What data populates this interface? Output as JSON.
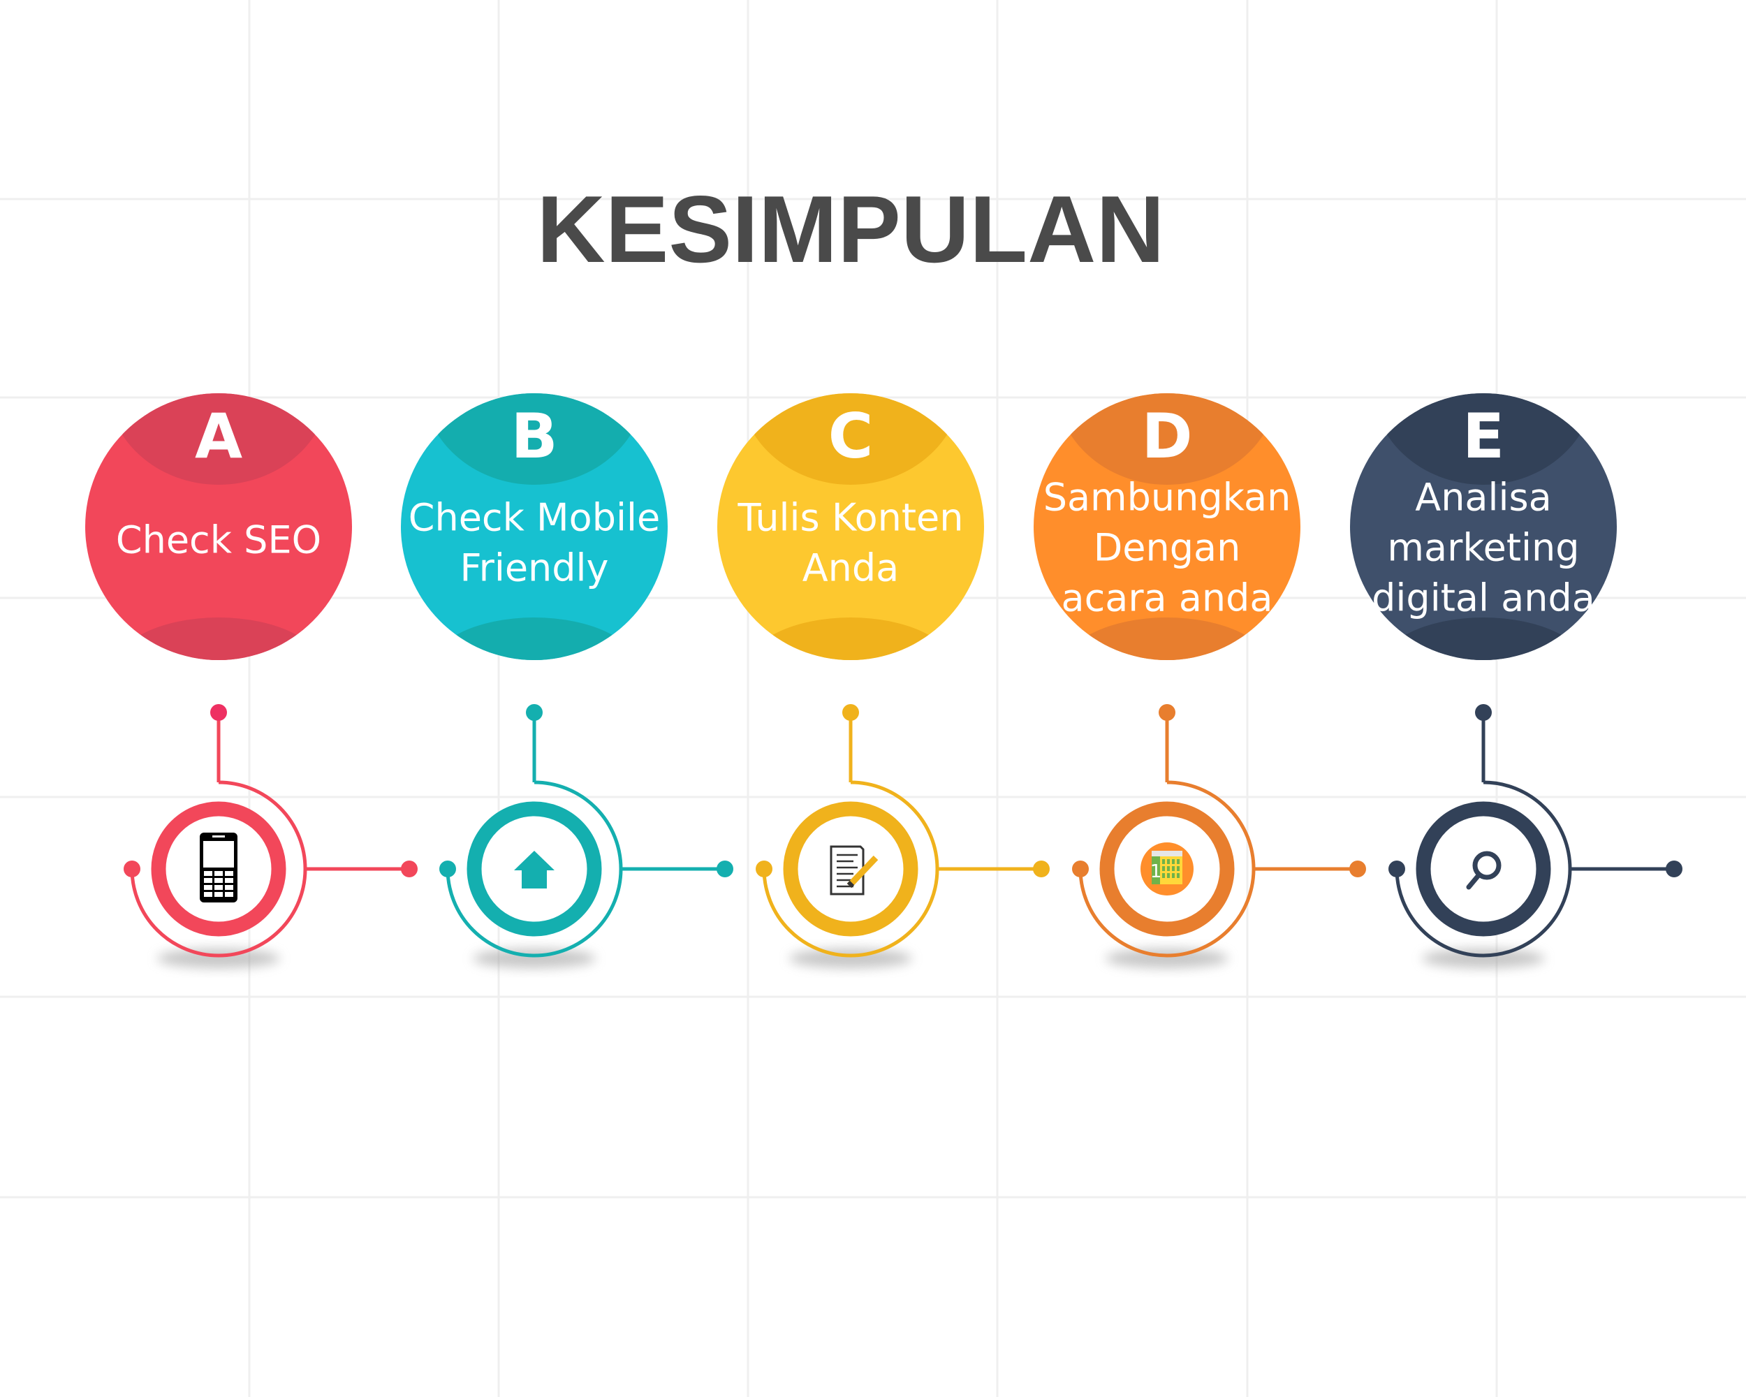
{
  "title": "KESIMPULAN",
  "steps": [
    {
      "letter": "A",
      "lines": [
        "Check SEO"
      ],
      "icon": "mobile-phone-icon",
      "color": "#F2475A",
      "dark": "#DA4257",
      "accent": "#F2475A"
    },
    {
      "letter": "B",
      "lines": [
        "Check Mobile",
        "Friendly"
      ],
      "icon": "home-icon",
      "color": "#17C1D0",
      "dark": "#14ADAE",
      "accent": "#14AFAF"
    },
    {
      "letter": "C",
      "lines": [
        "Tulis Konten",
        "Anda"
      ],
      "icon": "document-pencil-icon",
      "color": "#FDC82F",
      "dark": "#F0B21C",
      "accent": "#F0B21C"
    },
    {
      "letter": "D",
      "lines": [
        "Sambungkan",
        "Dengan",
        "acara anda"
      ],
      "icon": "calendar-icon",
      "color": "#FF8E2B",
      "dark": "#E87E2E",
      "accent": "#E87E2E"
    },
    {
      "letter": "E",
      "lines": [
        "Analisa",
        "marketing",
        "digital anda"
      ],
      "icon": "magnifier-icon",
      "color": "#3F506B",
      "dark": "#324158",
      "accent": "#324158"
    }
  ]
}
